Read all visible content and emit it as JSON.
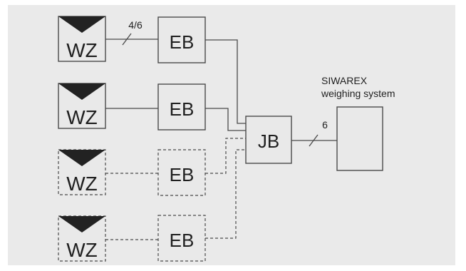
{
  "diagram": {
    "weigh_cells": [
      {
        "label": "WZ",
        "style": "solid"
      },
      {
        "label": "WZ",
        "style": "solid"
      },
      {
        "label": "WZ",
        "style": "dashed"
      },
      {
        "label": "WZ",
        "style": "dashed"
      }
    ],
    "extension_boxes": [
      {
        "label": "EB",
        "style": "solid"
      },
      {
        "label": "EB",
        "style": "solid"
      },
      {
        "label": "EB",
        "style": "dashed"
      },
      {
        "label": "EB",
        "style": "dashed"
      }
    ],
    "cable_label_cell": "4/6",
    "junction_box": {
      "label": "JB"
    },
    "cable_label_system": "6",
    "system": {
      "line1": "SIWAREX",
      "line2": "weighing system"
    }
  },
  "colors": {
    "panel": "#eaeaea",
    "box_fill": "#e9e9e9",
    "stroke": "#4a4a4a",
    "text": "#1f1f1f",
    "triangle": "#222222"
  }
}
